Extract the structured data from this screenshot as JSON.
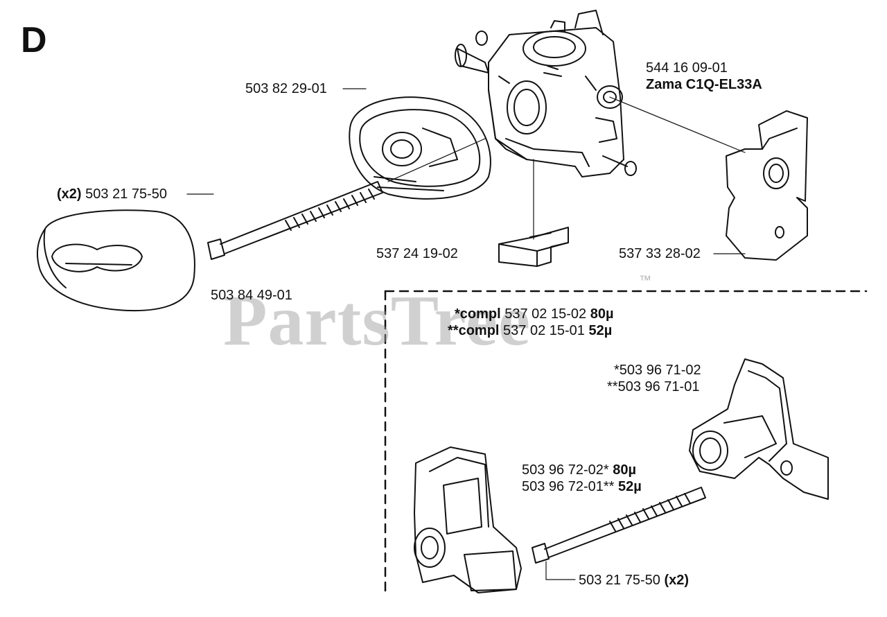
{
  "section_letter": "D",
  "watermark": {
    "brand": "PartsTree",
    "tm": "™"
  },
  "labels": {
    "carb_part": "544 16 09-01",
    "carb_model": "Zama C1Q-EL33A",
    "gasket": "503 82 29-01",
    "spacer_qty": "(x2)",
    "spacer": "503 21 75-50",
    "bolt": "503 84 49-01",
    "block": "537 24 19-02",
    "plate": "537 33 28-02",
    "kit80_prefix": "*compl",
    "kit80_part": "537 02 15-02",
    "kit80_size": "80µ",
    "kit52_prefix": "**compl",
    "kit52_part": "537 02 15-01",
    "kit52_size": "52µ",
    "filter80": "*503 96 71-02",
    "filter52": "**503 96 71-01",
    "screen80_part": "503 96 72-02*",
    "screen80_size": "80µ",
    "screen52_part": "503 96 72-01**",
    "screen52_size": "52µ",
    "spacer2": "503 21 75-50",
    "spacer2_qty": "(x2)"
  }
}
